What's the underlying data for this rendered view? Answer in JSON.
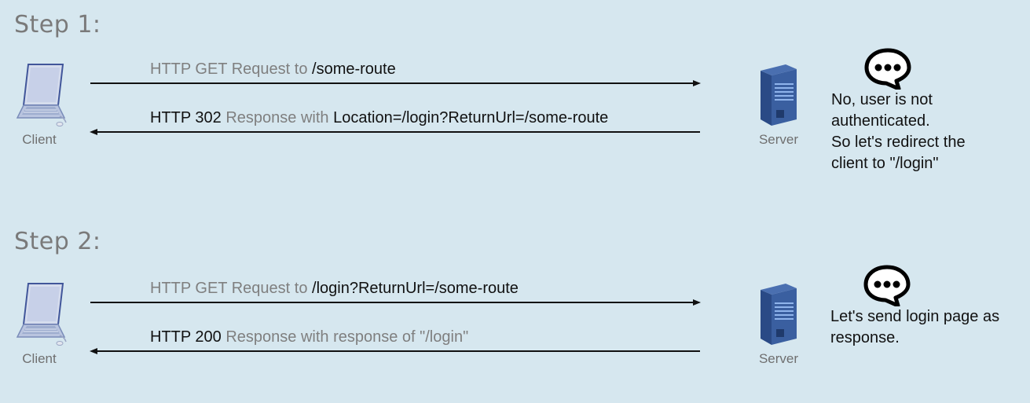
{
  "steps": [
    {
      "title": "Step 1:",
      "client_label": "Client",
      "server_label": "Server",
      "request": {
        "prefix": "HTTP GET Request to",
        "route": "/some-route"
      },
      "response": {
        "code": "HTTP 302",
        "middle": "Response with",
        "detail": "Location=/login?ReturnUrl=/some-route"
      },
      "note_lines": [
        "No, user is not",
        "authenticated.",
        "So let's redirect the",
        "client to \"/login\""
      ]
    },
    {
      "title": "Step 2:",
      "client_label": "Client",
      "server_label": "Server",
      "request": {
        "prefix": "HTTP GET Request to",
        "route": "/login?ReturnUrl=/some-route"
      },
      "response": {
        "code": "HTTP 200",
        "middle": "Response with response of \"/login\"",
        "detail": ""
      },
      "note_lines": [
        "Let's send login page as",
        "response."
      ]
    }
  ],
  "icons": {
    "client": "laptop-icon",
    "server": "server-icon",
    "note": "speech-bubble-icon"
  },
  "colors": {
    "background": "#d6e7ef",
    "title": "#7a7a7a",
    "muted_text": "#7f7f7f",
    "server_blue": "#2d4f8a"
  }
}
